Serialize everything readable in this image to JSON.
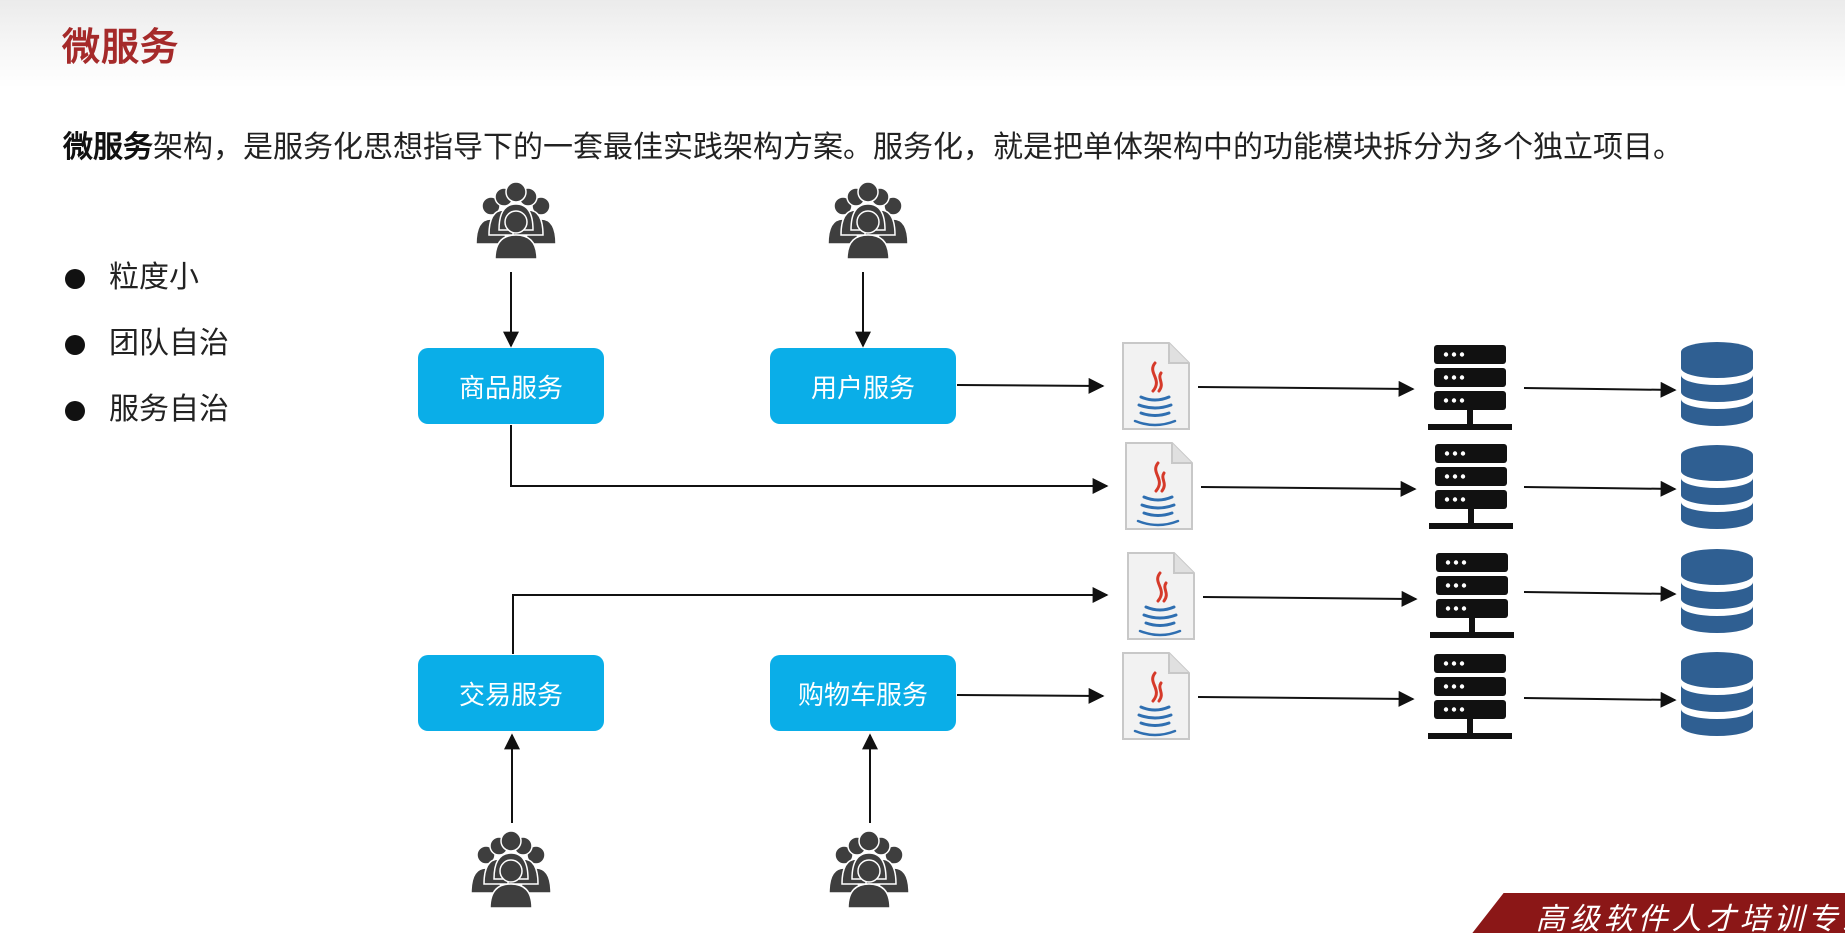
{
  "slide": {
    "title": "微服务",
    "intro_bold": "微服务",
    "intro_rest": "架构，是服务化思想指导下的一套最佳实践架构方案。服务化，就是把单体架构中的功能模块拆分为多个独立项目。",
    "bullets": [
      "粒度小",
      "团队自治",
      "服务自治"
    ],
    "footer_text": "高级软件人才培训专家"
  },
  "diagram": {
    "services": [
      "商品服务",
      "用户服务",
      "交易服务",
      "购物车服务"
    ],
    "icons": {
      "users": "users-group-icon",
      "project": "java-file-icon",
      "server": "server-rack-icon",
      "database": "database-icon"
    },
    "colors": {
      "service_box": "#0AAEE8",
      "database": "#2F5F92",
      "users": "#3E3E3E",
      "title": "#A52A2A",
      "footer": "#8B1717"
    }
  }
}
